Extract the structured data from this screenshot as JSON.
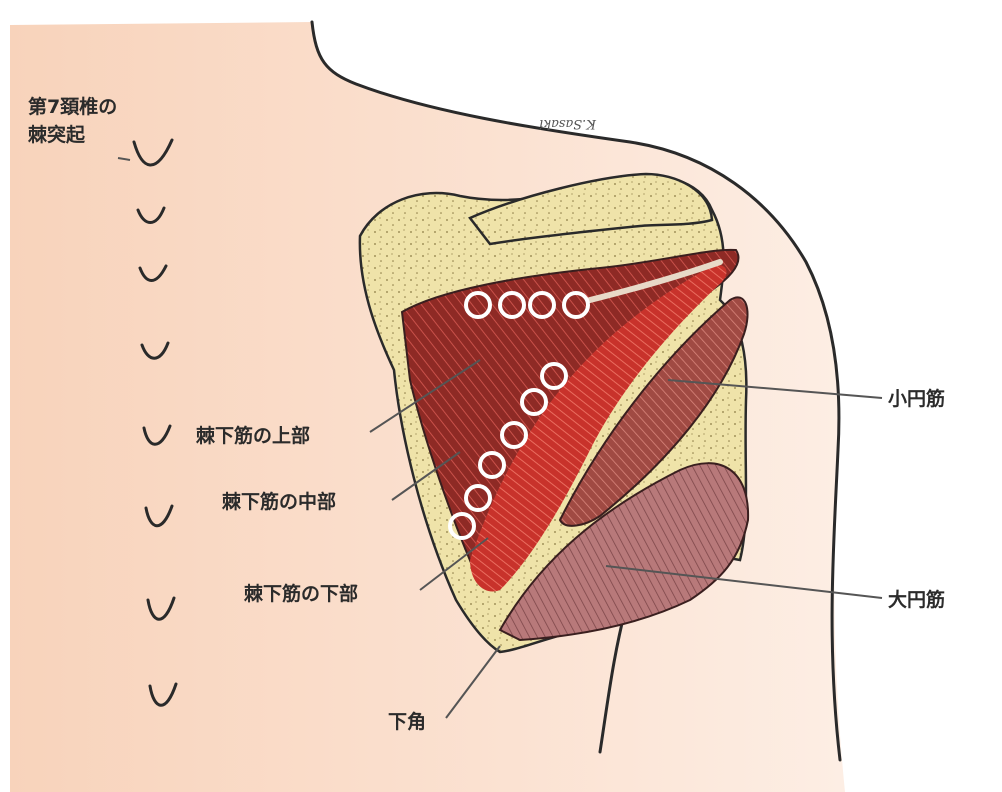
{
  "labels": {
    "c7_line1": "第7頚椎の",
    "c7_line2": "棘突起",
    "infra_upper": "棘下筋の上部",
    "infra_middle": "棘下筋の中部",
    "infra_lower": "棘下筋の下部",
    "teres_minor": "小円筋",
    "teres_major": "大円筋",
    "inferior_angle": "下角",
    "signature": "K.Sasaki"
  },
  "colors": {
    "skin": "#f9dcc8",
    "bone": "#efe3a9",
    "muscle_dark": "#8e2a25",
    "muscle_bright": "#c8322b",
    "teres_major": "#b8797a",
    "teres_minor": "#a04a43",
    "marker": "#ffffff"
  },
  "markers": {
    "upper_row_count": 4,
    "diagonal_count": 6
  }
}
